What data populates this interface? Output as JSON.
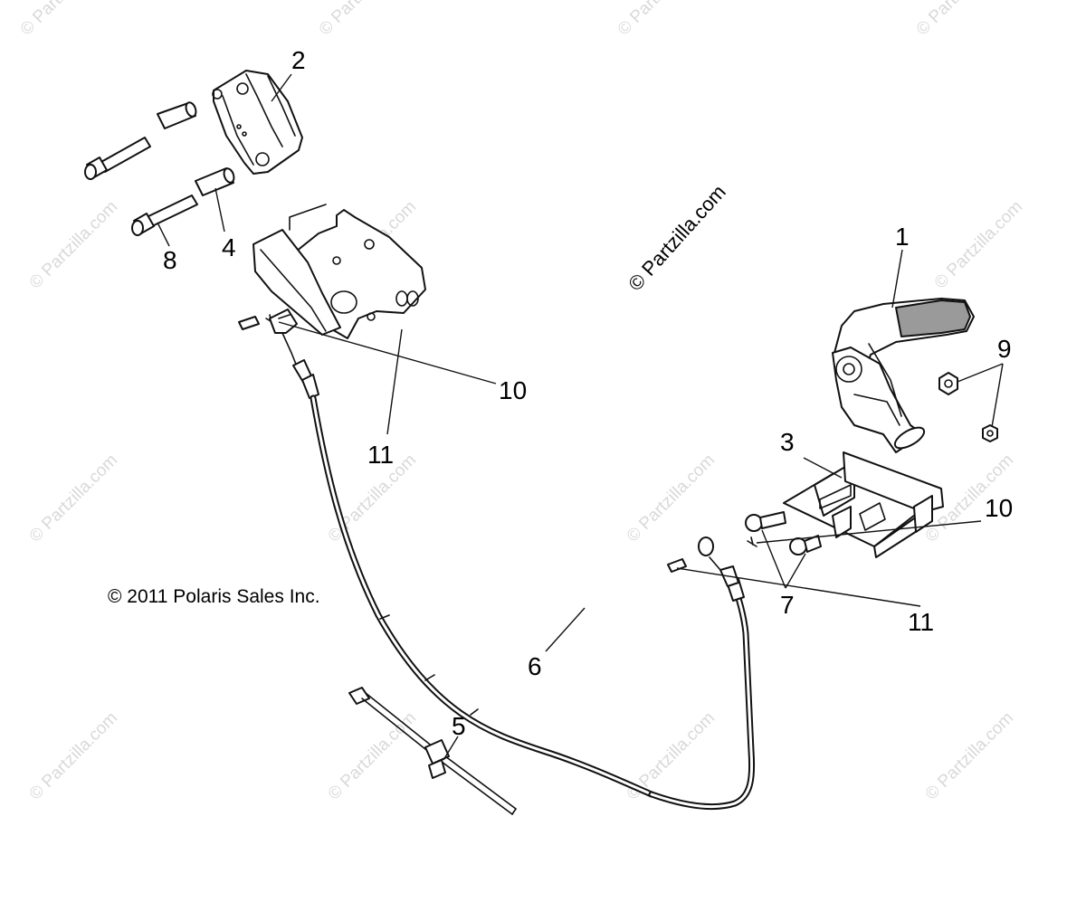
{
  "watermark": "© Partzilla.com",
  "main_watermark": "© Partzilla.com",
  "copyright": "© 2011 Polaris Sales Inc.",
  "callouts": {
    "c1": "1",
    "c2": "2",
    "c3": "3",
    "c4": "4",
    "c5": "5",
    "c6": "6",
    "c7": "7",
    "c8": "8",
    "c9": "9",
    "c10a": "10",
    "c10b": "10",
    "c11a": "11",
    "c11b": "11"
  }
}
